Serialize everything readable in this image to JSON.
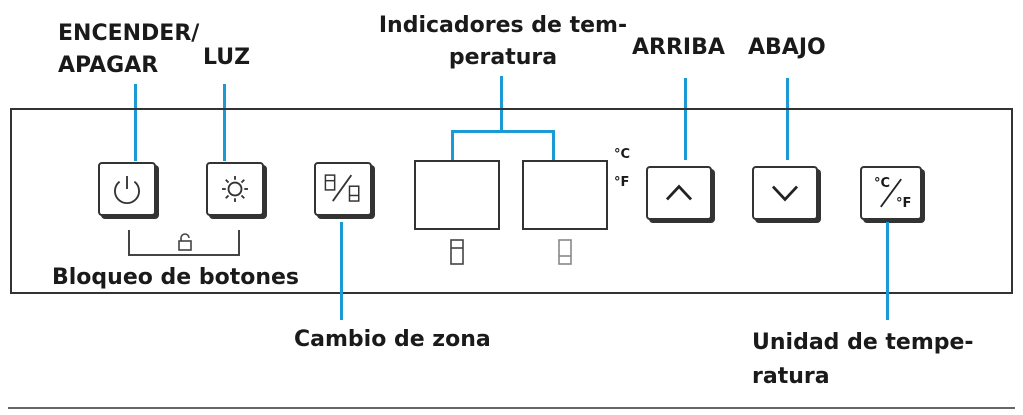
{
  "labels": {
    "power": "ENCENDER/\nAPAGAR",
    "light": "LUZ",
    "temp_indicators": "Indicadores de tem-\nperatura",
    "up": "ARRIBA",
    "down": "ABAJO",
    "button_lock": "Bloqueo de botones",
    "zone_change": "Cambio de zona",
    "temp_unit": "Unidad de tempe-\nratura"
  },
  "units": {
    "celsius": "°C",
    "fahrenheit": "°F"
  },
  "colors": {
    "callout_line": "#1b9ad6",
    "outline": "#333333"
  },
  "icons": {
    "power": "power-icon",
    "light": "sun-icon",
    "zone": "zone-switch-icon",
    "up": "chevron-up-icon",
    "down": "chevron-down-icon",
    "unit": "celsius-fahrenheit-icon",
    "lock": "lock-icon",
    "zone_upper": "upper-zone-icon",
    "zone_lower": "lower-zone-icon"
  }
}
